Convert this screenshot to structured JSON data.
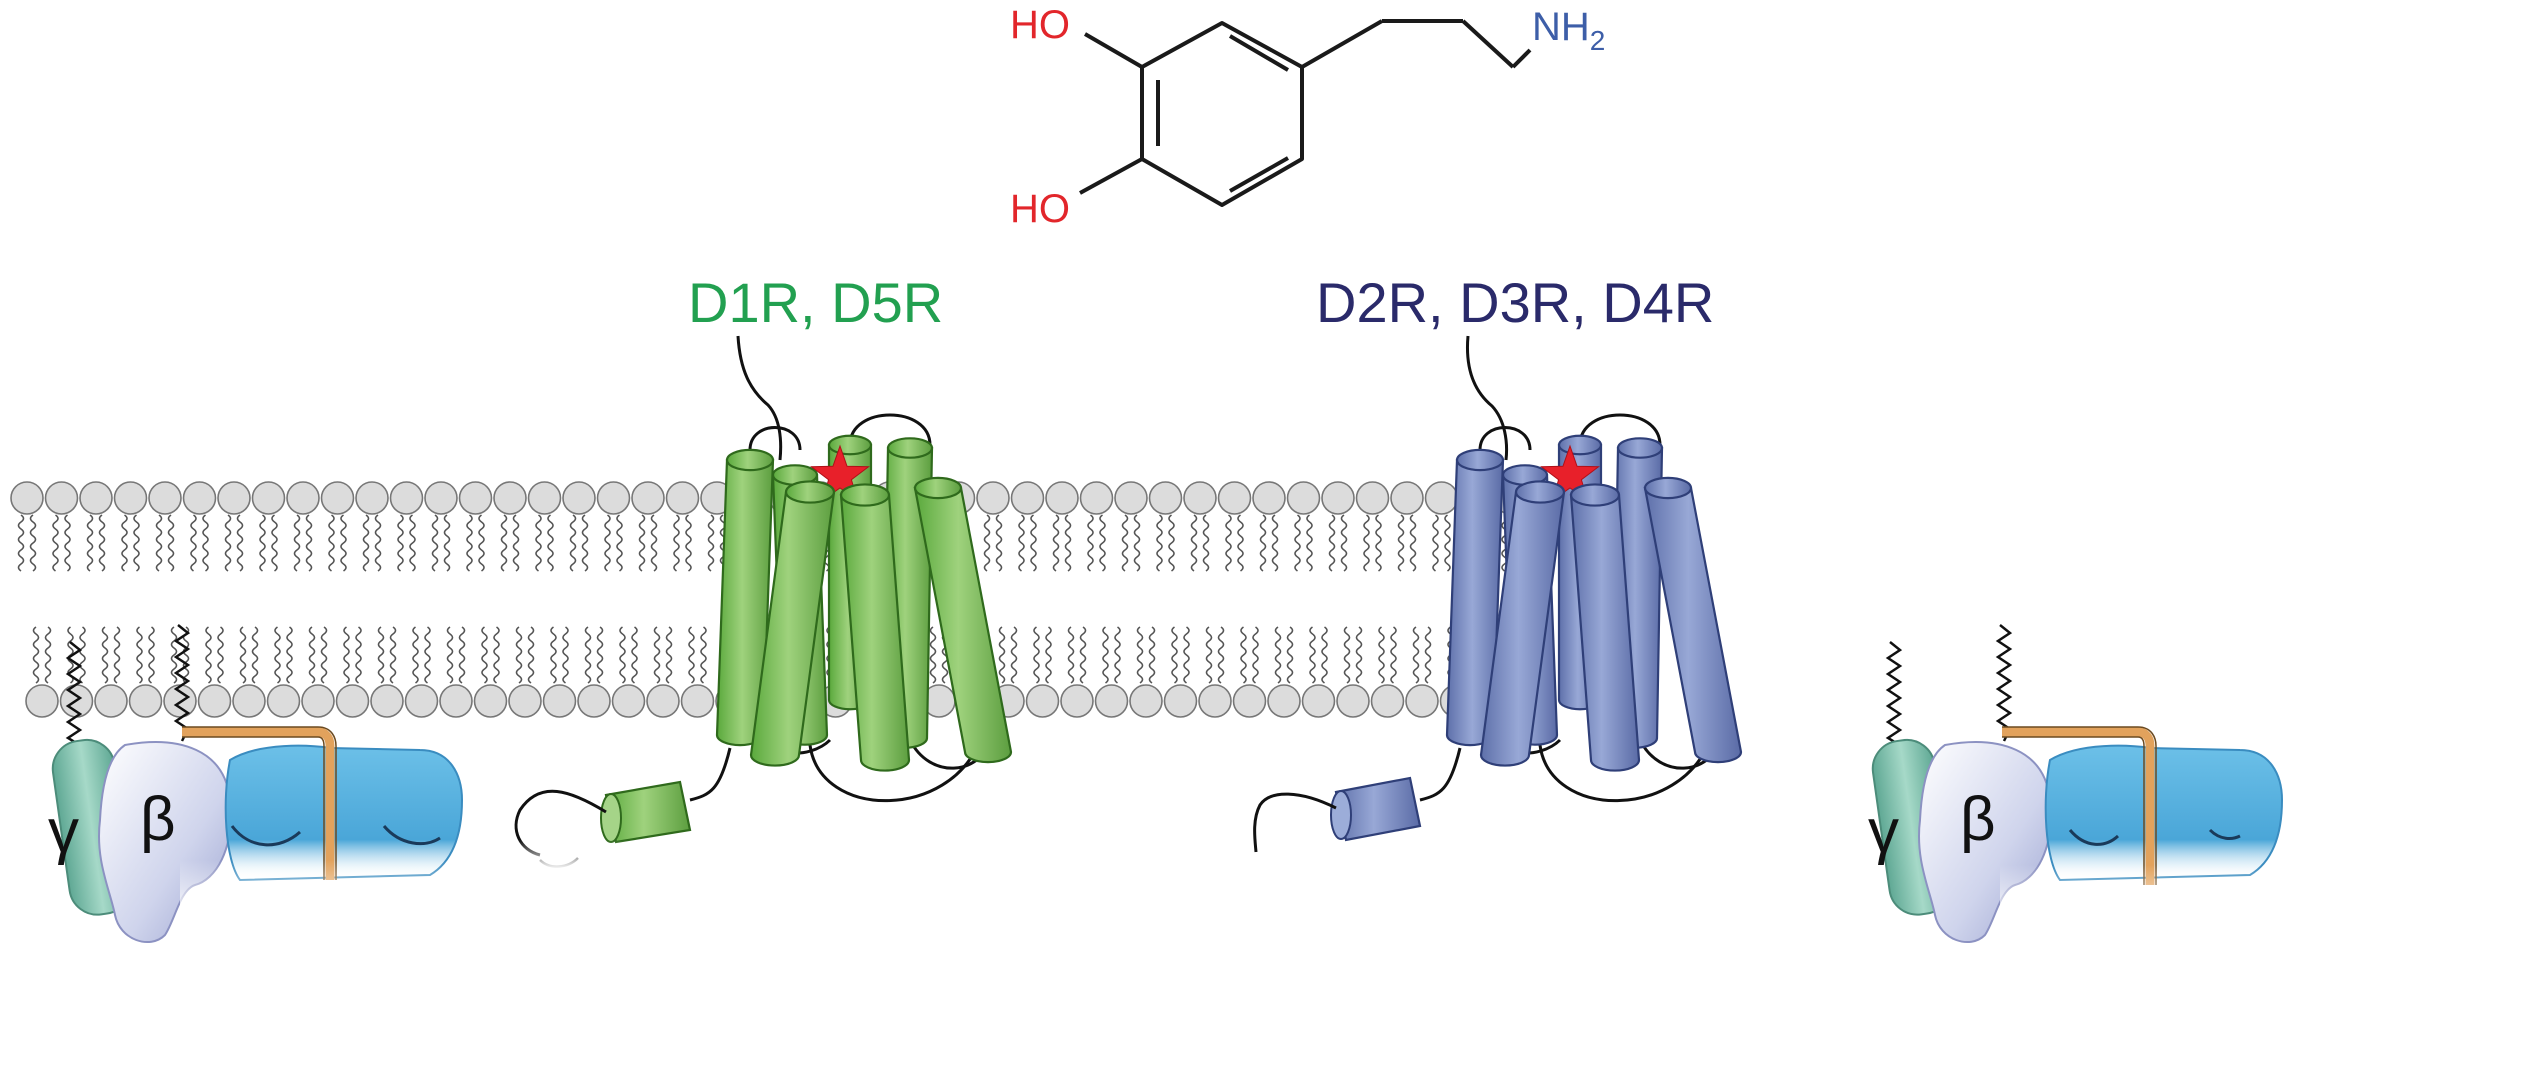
{
  "molecule": {
    "hydroxyl_top": "HO",
    "hydroxyl_bottom": "HO",
    "amine": "NH",
    "amine_subscript": "2"
  },
  "receptor_groups": [
    {
      "label": "D1R, D5R"
    },
    {
      "label": "D2R, D3R, D4R"
    }
  ],
  "g_protein_subunits": {
    "gamma": "γ",
    "beta": "β"
  },
  "colors": {
    "oxygen_text": "#e2262b",
    "nitrogen_text": "#3d5ea8",
    "d1_family_label": "#22a050",
    "d2_family_label": "#2a2a6a",
    "d1_helix": "#86c563",
    "d2_helix": "#7f91c5",
    "ligand_star": "#e8202a",
    "lipid_head": "#dcdcdc",
    "alpha_subunit": "#62b7e0",
    "beta_subunit": "#d8dcee",
    "gamma_subunit": "#80c4b0",
    "linker": "#e2a25c"
  }
}
